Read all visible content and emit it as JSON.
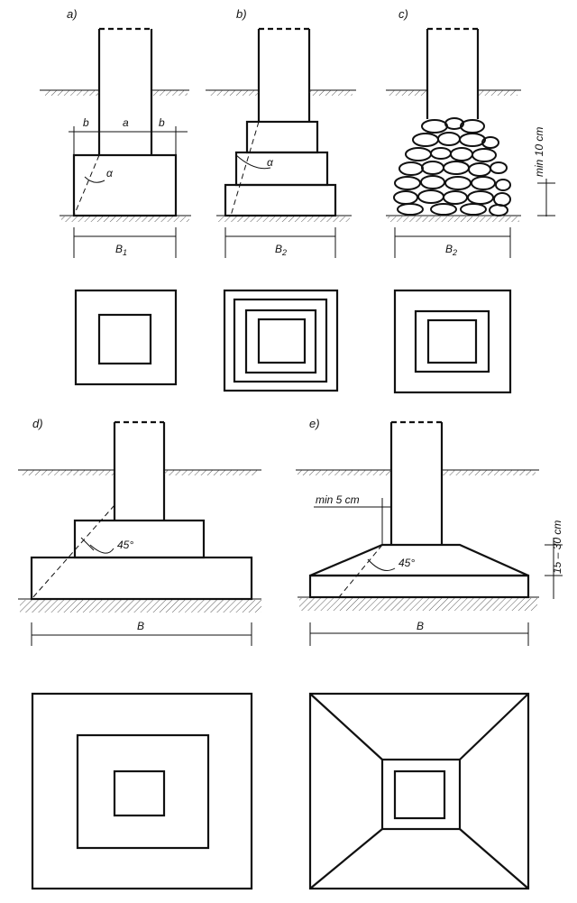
{
  "panels": {
    "a": "a)",
    "b": "b)",
    "c": "c)",
    "d": "d)",
    "e": "e)"
  },
  "labels": {
    "b_left": "b",
    "a_mid": "a",
    "b_right": "b",
    "alpha_a": "α",
    "alpha_b": "α",
    "B1": "B",
    "B1_sub": "1",
    "B2": "B",
    "B2_sub": "2",
    "B2c": "B",
    "B2c_sub": "2",
    "min10": "min 10 cm",
    "angle_d": "45°",
    "angle_e": "45°",
    "min5": "min 5 cm",
    "range15_30": "15 – 30 cm",
    "B_d": "B",
    "B_e": "B"
  }
}
